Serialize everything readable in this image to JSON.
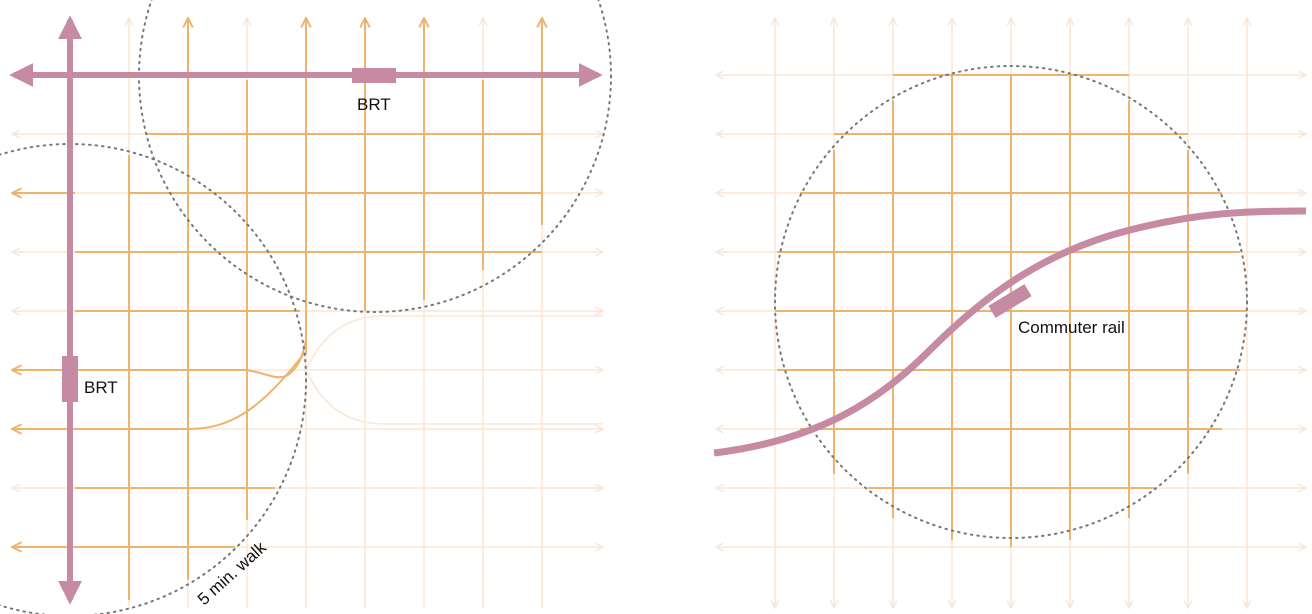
{
  "labels": {
    "brt_top": "BRT",
    "brt_left": "BRT",
    "walk": "5 min. walk",
    "rail": "Commuter rail"
  },
  "colors": {
    "street_active": "#EEB36C",
    "street_faded": "#FBE6D6",
    "transit_line": "#C68BA3",
    "station": "#C68BA3",
    "walk_circle": "#777777",
    "text": "#111111"
  }
}
